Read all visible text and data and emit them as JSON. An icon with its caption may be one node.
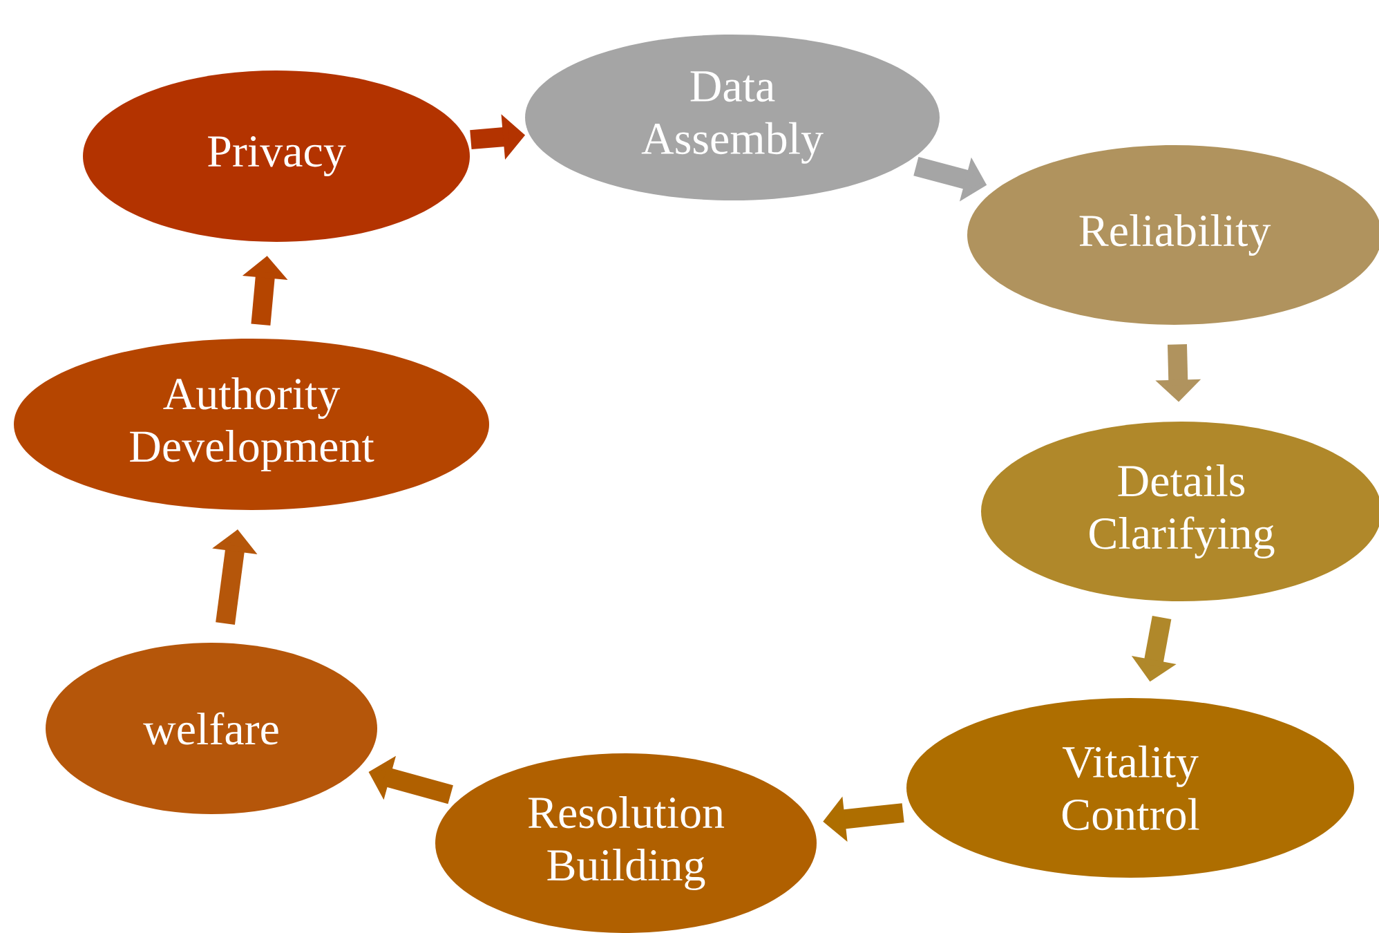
{
  "diagram": {
    "nodes": [
      {
        "text": [
          "Privacy"
        ]
      },
      {
        "text": [
          "Data Assembly"
        ]
      },
      {
        "text": [
          "Reliability"
        ]
      },
      {
        "text": [
          "Details Clarifying"
        ]
      },
      {
        "text": [
          "Vitality Control"
        ]
      },
      {
        "text": [
          "Resolution Building"
        ]
      },
      {
        "text": [
          "welfare"
        ]
      },
      {
        "text": [
          "Authority Development"
        ]
      }
    ],
    "edges": [
      {
        "from": 0,
        "to": 1,
        "arrow": "to",
        "color": "#b33300"
      },
      {
        "from": 1,
        "to": 2,
        "arrow": "to",
        "color": "#a5a5a5"
      },
      {
        "from": 2,
        "to": 3,
        "arrow": "to",
        "color": "#b0935e"
      },
      {
        "from": 3,
        "to": 4,
        "arrow": "to",
        "color": "#b0882a"
      },
      {
        "from": 4,
        "to": 5,
        "arrow": "to",
        "color": "#ae6e00"
      },
      {
        "from": 5,
        "to": 6,
        "arrow": "to",
        "color": "#b06000"
      },
      {
        "from": 6,
        "to": 7,
        "arrow": "to",
        "color": "#b5560a"
      },
      {
        "from": 7,
        "to": 0,
        "arrow": "to",
        "color": "#b54500"
      }
    ]
  }
}
